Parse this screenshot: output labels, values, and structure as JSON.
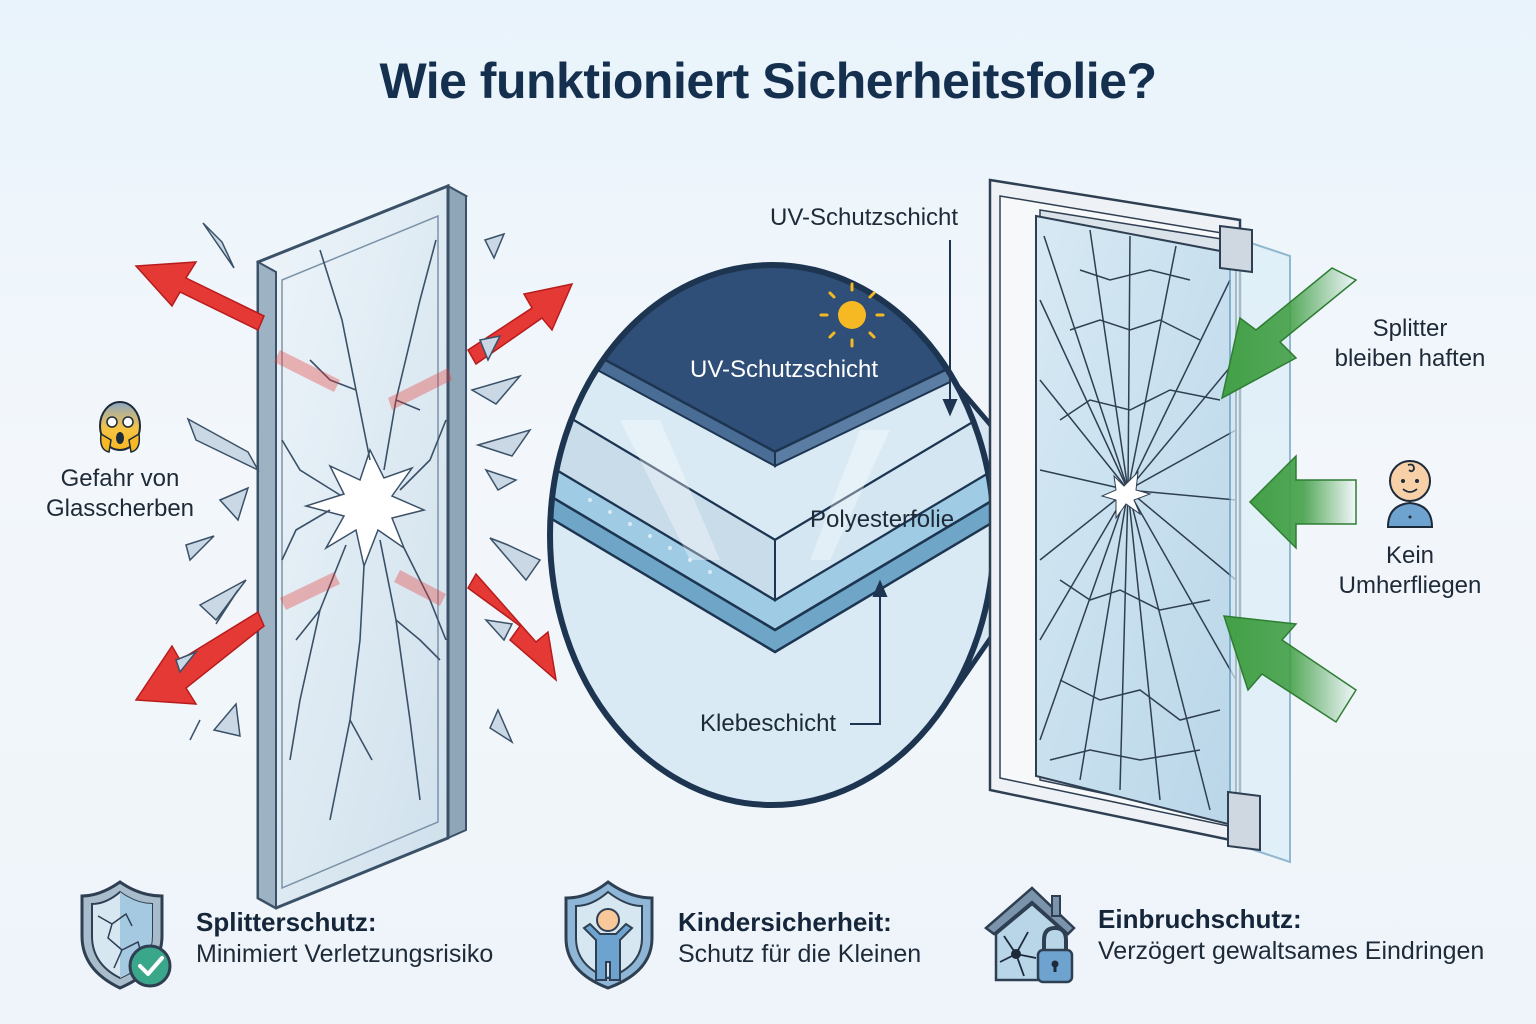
{
  "title": "Wie funktioniert Sicherheitsfolie?",
  "left_panel": {
    "icon": "scream-face-emoji",
    "label_line1": "Gefahr von",
    "label_line2": "Glasscherben",
    "arrow_color": "#e53935"
  },
  "center_panel": {
    "callout_top": "UV-Schutzschicht",
    "layers": [
      {
        "name": "UV-Schutzschicht",
        "color": "#2f4f78",
        "icon": "sun-icon"
      },
      {
        "name": "Polyesterfolie",
        "color": "#d4e6f2"
      },
      {
        "name": "Klebeschicht",
        "color": "#9fcbe4"
      }
    ]
  },
  "right_panel": {
    "label_top_line1": "Splitter",
    "label_top_line2": "bleiben haften",
    "icon": "baby-icon",
    "label_bottom_line1": "Kein",
    "label_bottom_line2": "Umherfliegen",
    "arrow_color": "#43a047"
  },
  "features": [
    {
      "icon": "cracked-shield-check-icon",
      "title": "Splitterschutz:",
      "desc": "Minimiert Verletzungsrisiko"
    },
    {
      "icon": "child-shield-icon",
      "title": "Kindersicherheit:",
      "desc": "Schutz für die Kleinen"
    },
    {
      "icon": "house-lock-icon",
      "title": "Einbruchschutz:",
      "desc": "Verzögert gewaltsames Eindringen"
    }
  ],
  "colors": {
    "title": "#15304f",
    "navy": "#1d3550",
    "glass": "#dbe8f2",
    "danger": "#e53935",
    "safe": "#43a047"
  }
}
